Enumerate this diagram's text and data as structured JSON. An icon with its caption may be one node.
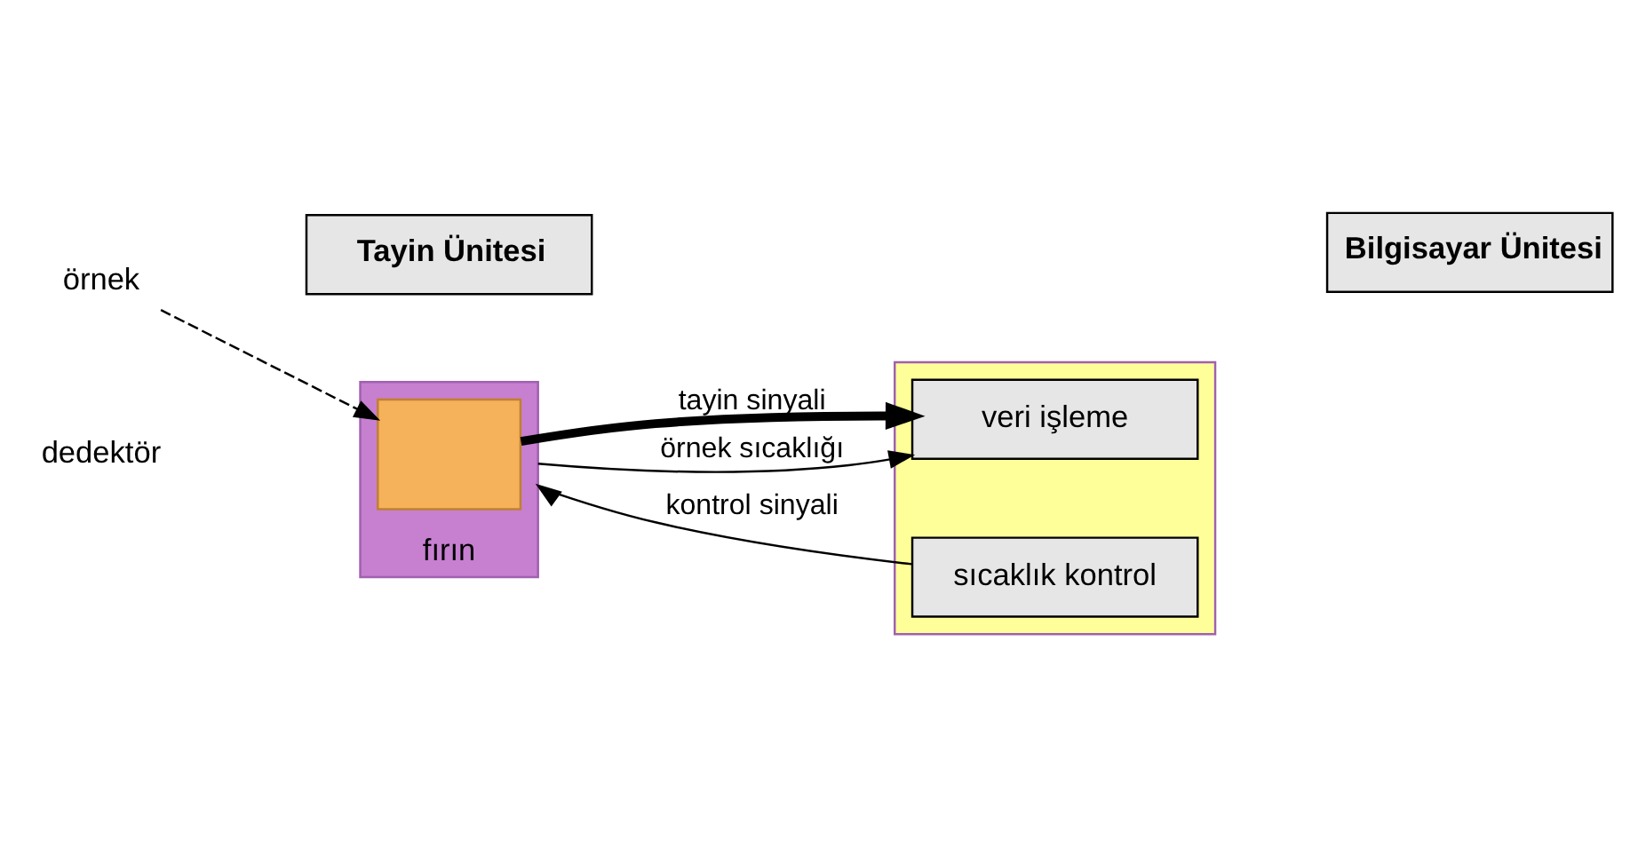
{
  "diagram": {
    "nodes": [
      {
        "text": [
          "fırın"
        ]
      },
      {
        "text": [],
        "shape": "box",
        "in": 0
      },
      {
        "text": [
          "örnek"
        ]
      },
      {
        "text": [],
        "shape": "box"
      },
      {
        "text": [
          "veri işleme"
        ],
        "in": 3
      },
      {
        "text": [
          "sıcaklık kontrol"
        ],
        "in": 3
      },
      {
        "text": [
          "Tayin Ünitesi"
        ]
      },
      {
        "text": [
          "Bilgisayar Ünitesi"
        ]
      }
    ],
    "edges": [
      {
        "from": 2,
        "to": 1,
        "arrow": "to",
        "style": "dashed"
      },
      {
        "from": 1,
        "to": 4,
        "arrow": "to",
        "label": "tayin sinyali",
        "style": "thick"
      },
      {
        "from": 0,
        "to": 4,
        "arrow": "to",
        "label": "örnek sıcaklığı"
      },
      {
        "from": 5,
        "to": 0,
        "arrow": "to",
        "label": "kontrol sinyali"
      }
    ],
    "labels": [
      "dedektör"
    ]
  }
}
